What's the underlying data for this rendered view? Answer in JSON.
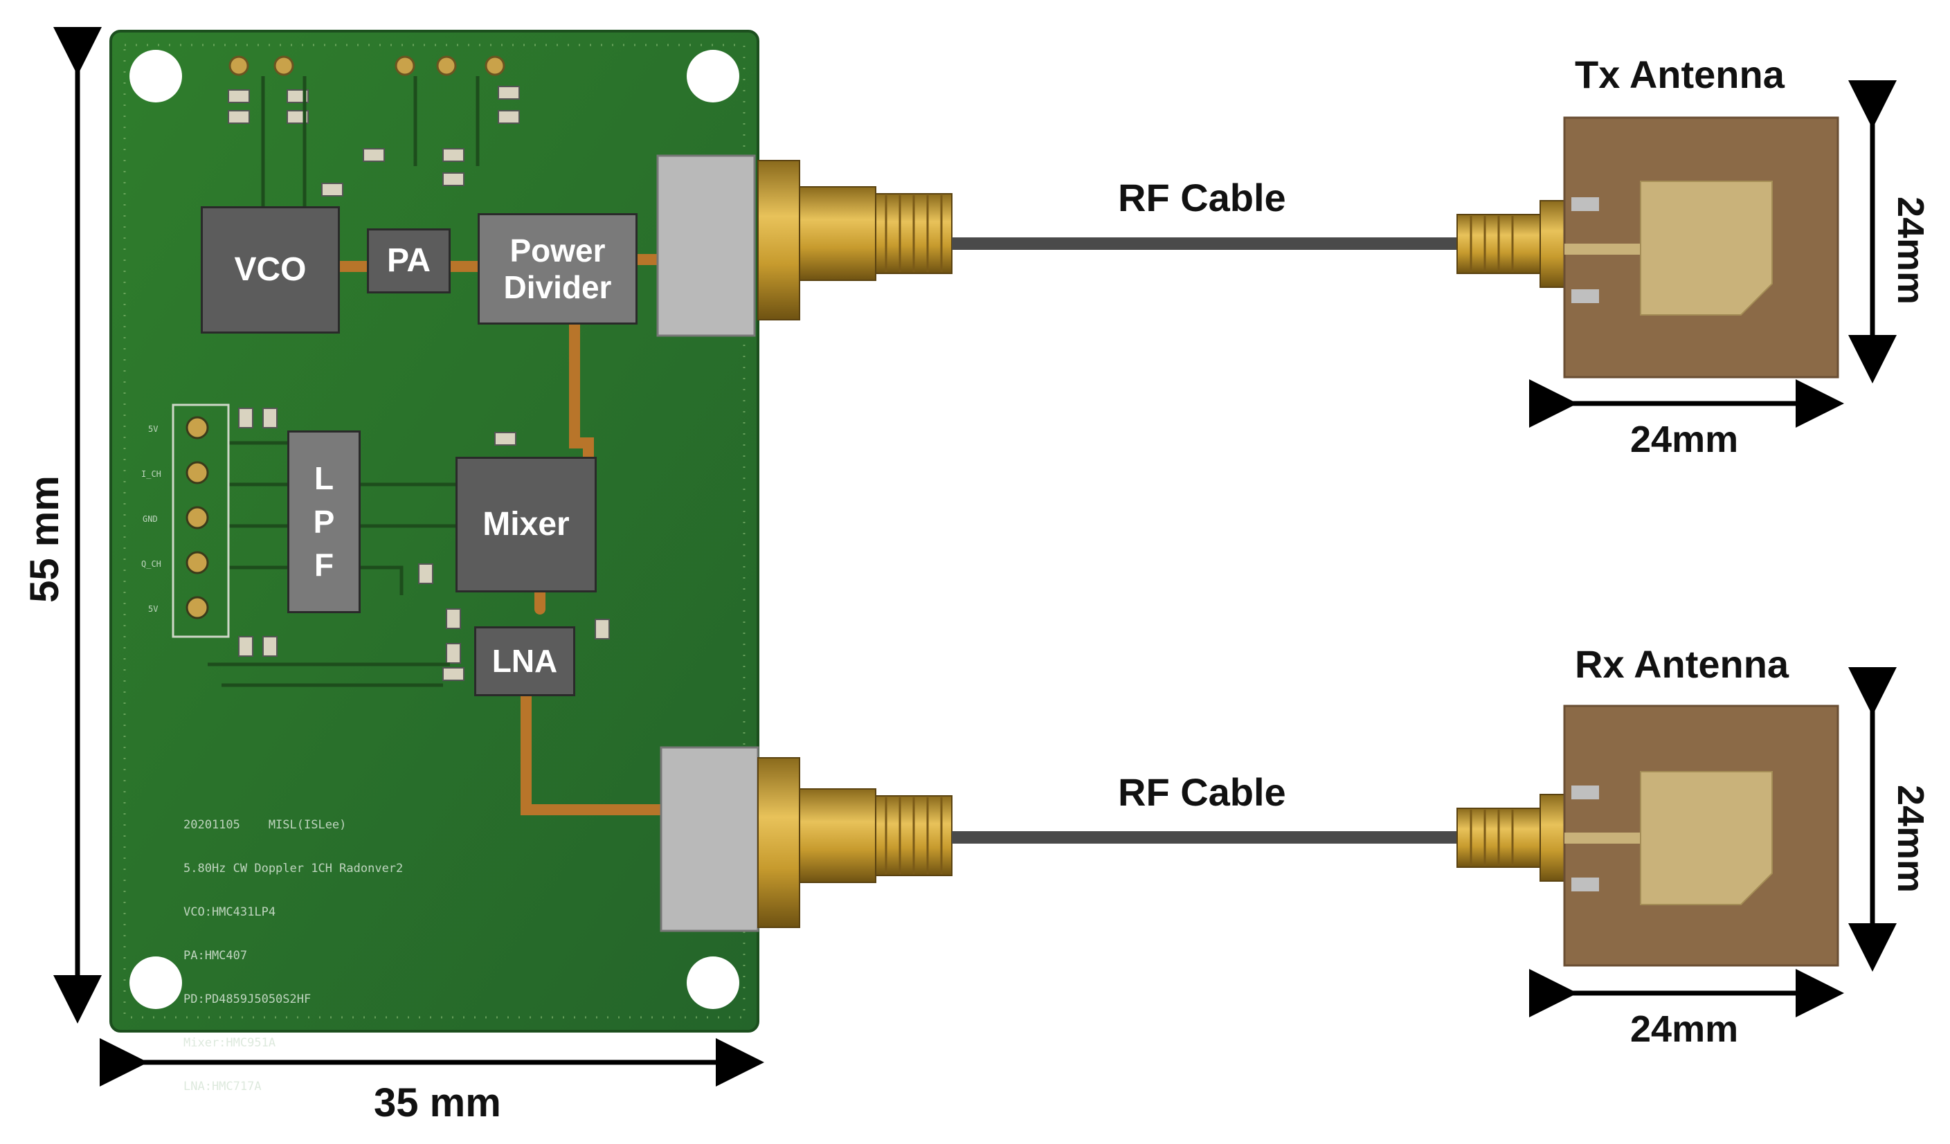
{
  "dimensions": {
    "height": "55 mm",
    "width": "35 mm"
  },
  "blocks": {
    "vco": "VCO",
    "pa": "PA",
    "power_divider_line1": "Power",
    "power_divider_line2": "Divider",
    "lpf": [
      "L",
      "P",
      "F"
    ],
    "mixer": "Mixer",
    "lna": "LNA"
  },
  "cables": {
    "tx": "RF Cable",
    "rx": "RF Cable"
  },
  "tx_antenna": {
    "title": "Tx Antenna",
    "height": "24mm",
    "width": "24mm"
  },
  "rx_antenna": {
    "title": "Rx Antenna",
    "height": "24mm",
    "width": "24mm"
  },
  "silkscreen": [
    "20201105    MISL(ISLee)",
    "5.80Hz CW Doppler 1CH Radonver2",
    "VCO:HMC431LP4",
    "PA:HMC407",
    "PD:PD4859J5050S2HF",
    "Mixer:HMC951A",
    "LNA:HMC717A"
  ],
  "pin_labels": [
    "5V",
    "I_CH",
    "GND",
    "Q_CH",
    "5V"
  ],
  "colors": {
    "pcb": "#2f7a2c",
    "trace": "#b8752a",
    "connector_gold": "#c8a23a",
    "cable": "#4a4a4a",
    "antenna_substrate": "#8b6a47",
    "antenna_patch": "#c9b27a"
  }
}
